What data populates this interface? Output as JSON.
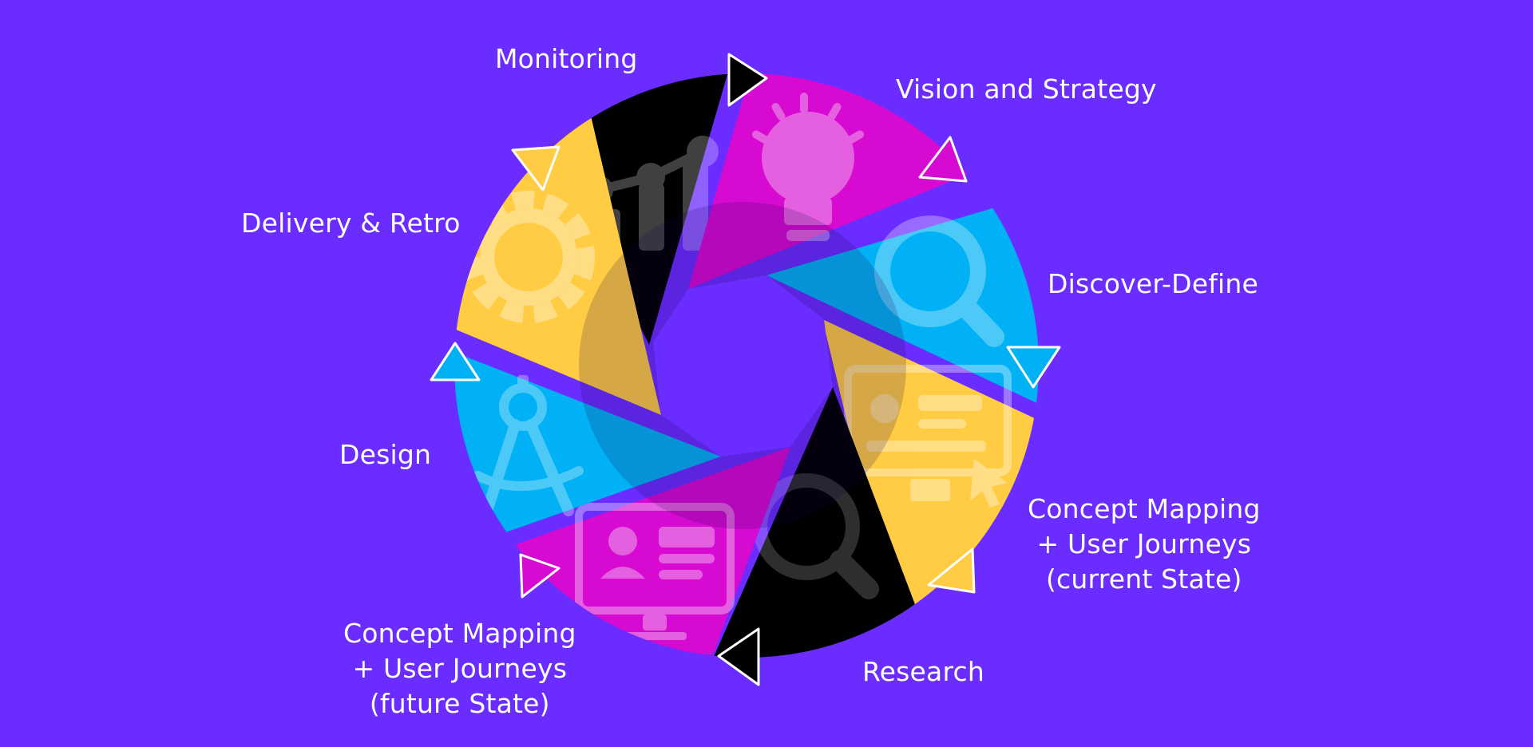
{
  "background": "#6a2cff",
  "stages": [
    {
      "id": "vision",
      "label": "Vision and Strategy",
      "color": "#d70ad2",
      "icon": "lightbulb-icon"
    },
    {
      "id": "discover",
      "label": "Discover-Define",
      "color": "#00b2f5",
      "icon": "magnifier-icon"
    },
    {
      "id": "concept-current",
      "lines": [
        "Concept Mapping",
        "+ User Journeys",
        "(current State)"
      ],
      "color": "#ffcc44",
      "icon": "web-page-icon"
    },
    {
      "id": "research",
      "label": "Research",
      "color": "#000000",
      "icon": "search-icon"
    },
    {
      "id": "concept-future",
      "lines": [
        "Concept Mapping",
        "+ User Journeys",
        "(future State)"
      ],
      "color": "#d70ad2",
      "icon": "profile-screen-icon"
    },
    {
      "id": "design",
      "label": "Design",
      "color": "#00b2f5",
      "icon": "compass-icon"
    },
    {
      "id": "delivery",
      "label": "Delivery & Retro",
      "color": "#ffcc44",
      "icon": "gear-icon"
    },
    {
      "id": "monitoring",
      "label": "Monitoring",
      "color": "#000000",
      "icon": "line-chart-icon"
    }
  ]
}
